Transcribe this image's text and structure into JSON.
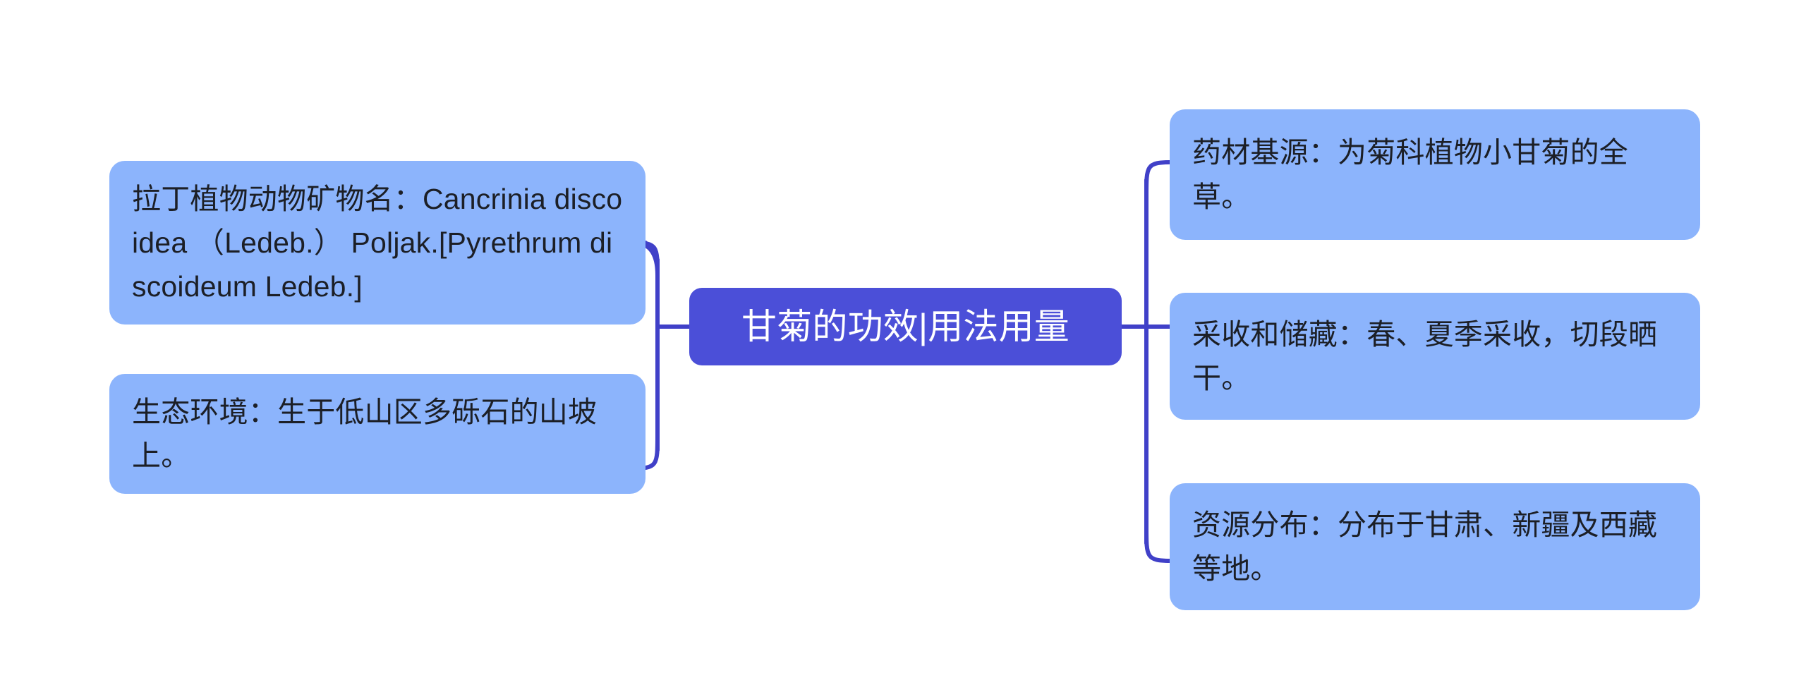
{
  "diagram": {
    "type": "mind-map",
    "title": "甘菊的功效|用法用量",
    "colors": {
      "root_fill": "#4b4fd8",
      "root_text": "#ffffff",
      "branch_fill": "#8cb4fc",
      "branch_text": "#1c1f26",
      "connector": "#4040c8",
      "background": "#ffffff"
    },
    "root": {
      "label": "甘菊的功效|用法用量"
    },
    "left_branches": [
      {
        "id": "latin-name",
        "label": "拉丁植物动物矿物名：Cancrinia discoidea （Ledeb.） Poljak.[Pyrethrum discoideum Ledeb.]"
      },
      {
        "id": "ecological-environment",
        "label": "生态环境：生于低山区多砾石的山坡上。"
      }
    ],
    "right_branches": [
      {
        "id": "medicinal-source",
        "label": "药材基源：为菊科植物小甘菊的全草。"
      },
      {
        "id": "harvest-storage",
        "label": "采收和储藏：春、夏季采收，切段晒干。"
      },
      {
        "id": "resource-distribution",
        "label": "资源分布：分布于甘肃、新疆及西藏等地。"
      }
    ]
  }
}
